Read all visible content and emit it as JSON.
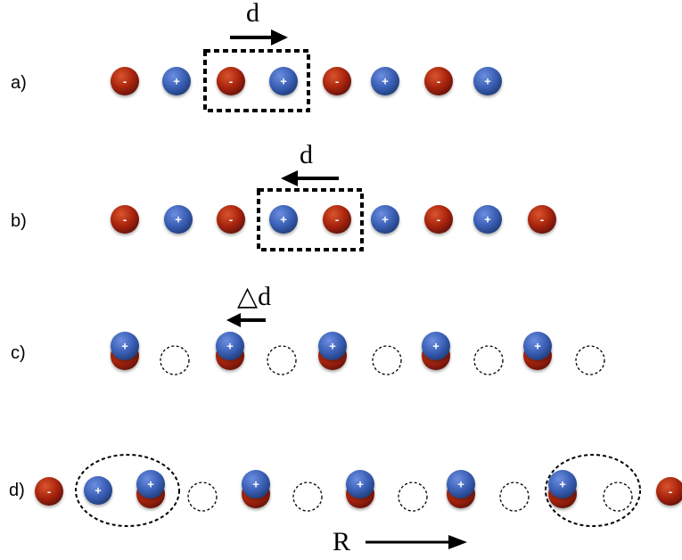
{
  "rows": {
    "a": {
      "label": "a)"
    },
    "b": {
      "label": "b)"
    },
    "c": {
      "label": "c)"
    },
    "d": {
      "label": "d)"
    }
  },
  "arrows": {
    "a": {
      "label": "d"
    },
    "b": {
      "label": "d"
    },
    "c": {
      "label": "△d"
    },
    "r": {
      "label": "R"
    }
  },
  "signs": {
    "positive": "+",
    "negative": "-"
  },
  "colors": {
    "positive": "#3a5fb5",
    "negative": "#a8240c",
    "outline": "#000000"
  }
}
